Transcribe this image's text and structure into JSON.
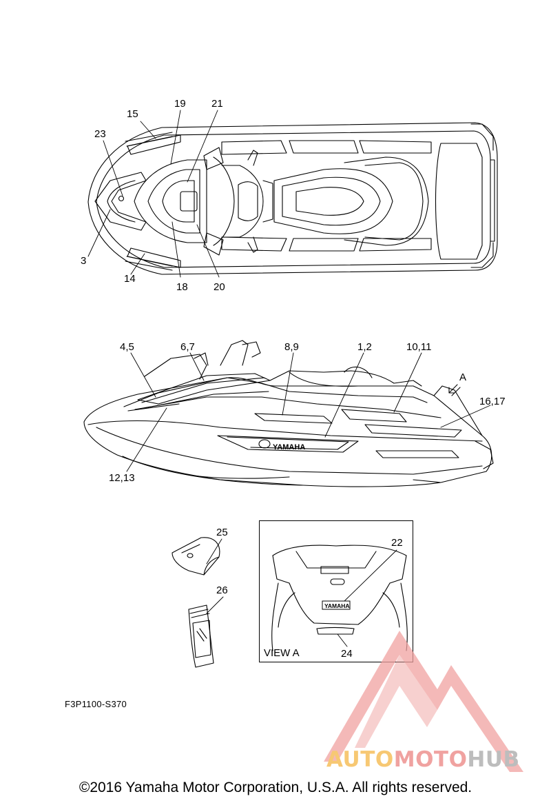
{
  "callouts": {
    "top_view": [
      "15",
      "19",
      "21",
      "23",
      "3",
      "14",
      "18",
      "20"
    ],
    "side_view": [
      "4,5",
      "6,7",
      "8,9",
      "1,2",
      "10,11",
      "16,17",
      "12,13",
      "A"
    ],
    "accessories": [
      "25",
      "26"
    ],
    "view_a": [
      "22",
      "24"
    ]
  },
  "view_a": {
    "label": "VIEW A",
    "badge_text": "YAMAHA"
  },
  "hull_badge": "YAMAHA",
  "figure_code": "F3P1100-S370",
  "copyright": "©2016 Yamaha Motor Corporation, U.S.A. All rights reserved.",
  "watermark": {
    "part1": "AUTO",
    "part2": "MOTO",
    "part3": "HUB"
  },
  "colors": {
    "watermark_yellow": "#f7c873",
    "watermark_pink": "#f0a2a0",
    "watermark_gray": "#bdbdbd",
    "line": "#000000"
  }
}
